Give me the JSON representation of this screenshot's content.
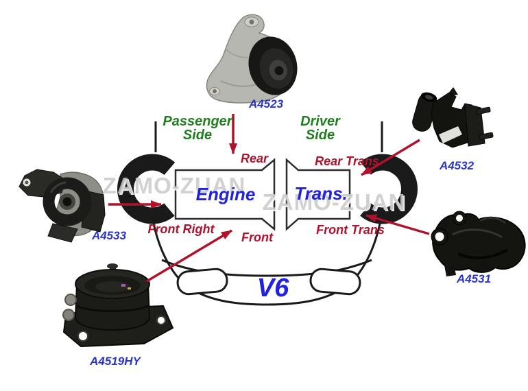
{
  "watermark": {
    "text": "ZAMO-ZUAN"
  },
  "labels": {
    "passenger_side": {
      "line1": "Passenger",
      "line2": "Side"
    },
    "driver_side": {
      "line1": "Driver",
      "line2": "Side"
    },
    "engine": "Engine",
    "transmission": "Trans.",
    "engine_type": "V6"
  },
  "parts": [
    {
      "id": "A4523",
      "location": "Rear"
    },
    {
      "id": "A4532",
      "location": "Rear Trans"
    },
    {
      "id": "A4533",
      "location": "Front Right"
    },
    {
      "id": "A4531",
      "location": "Front Trans"
    },
    {
      "id": "A4519HY",
      "location": "Front"
    }
  ],
  "colors": {
    "location_red": "#B0122C",
    "side_green": "#1F7F1F",
    "component_blue": "#2121E0",
    "part_label_blue": "#2A35C8",
    "watermark_gray": "#C9C9C9",
    "outline_black": "#1A1A1A"
  }
}
